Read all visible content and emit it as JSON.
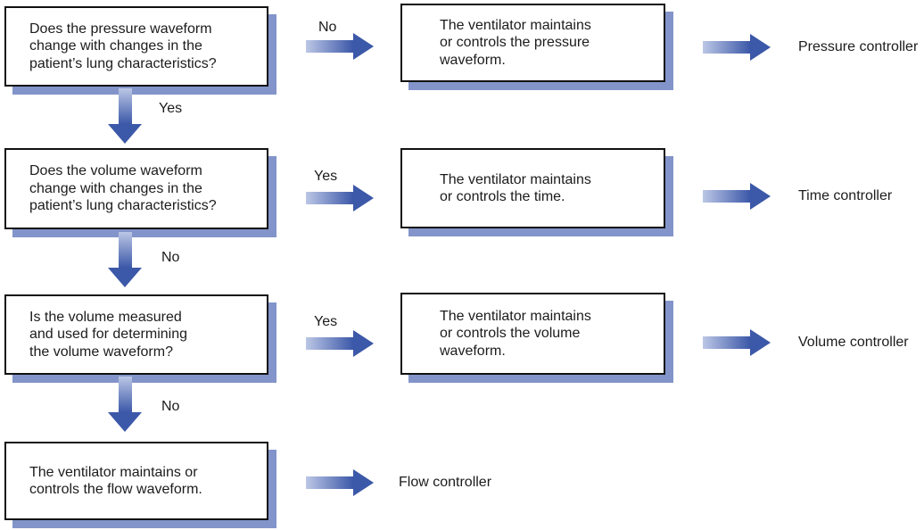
{
  "palette": {
    "arrow-dark": "#3c58a8",
    "arrow-light": "#bcc7e6",
    "box-shadow": "#8294c9",
    "box-border": "#111111",
    "box-bg": "#ffffff",
    "page-bg": "#ffffff",
    "text": "#1c1c1c"
  },
  "flowchart": {
    "rows": [
      {
        "question": "Does the pressure waveform\nchange with changes in the\npatient’s lung characteristics?",
        "down_label": "Yes",
        "branch_label": "No",
        "result": "The ventilator maintains\nor controls the pressure\nwaveform.",
        "controller": "Pressure controller"
      },
      {
        "question": "Does the volume waveform\nchange with changes in the\npatient’s lung characteristics?",
        "down_label": "No",
        "branch_label": "Yes",
        "result": "The ventilator maintains\nor controls the time.",
        "controller": "Time controller"
      },
      {
        "question": "Is the volume measured\nand used for determining\nthe volume waveform?",
        "down_label": "No",
        "branch_label": "Yes",
        "result": "The ventilator maintains\nor controls the volume\nwaveform.",
        "controller": "Volume controller"
      },
      {
        "question": "The ventilator maintains or\ncontrols the flow waveform.",
        "branch_label": "",
        "controller": "Flow controller"
      }
    ]
  }
}
